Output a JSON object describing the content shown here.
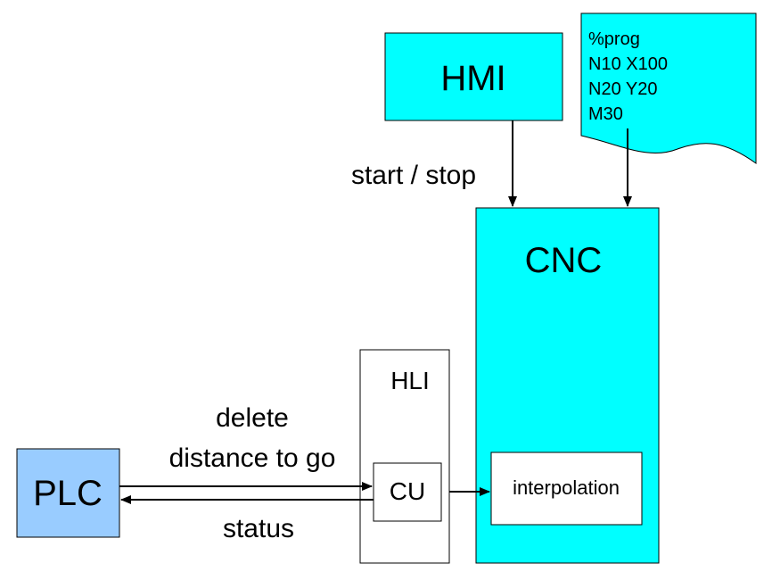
{
  "colors": {
    "cyan": "#00ffff",
    "plc_blue": "#99ccff",
    "stroke": "#000000",
    "white": "#ffffff"
  },
  "hmi": {
    "label": "HMI"
  },
  "program": {
    "lines": [
      "%prog",
      "N10 X100",
      "N20 Y20",
      "M30"
    ]
  },
  "cnc": {
    "label": "CNC"
  },
  "hli": {
    "label": "HLI"
  },
  "cu": {
    "label": "CU"
  },
  "interpolation": {
    "label": "interpolation"
  },
  "plc": {
    "label": "PLC"
  },
  "arrows": {
    "start_stop": "start / stop",
    "delete_line1": "delete",
    "delete_line2": "distance to go",
    "status": "status"
  }
}
